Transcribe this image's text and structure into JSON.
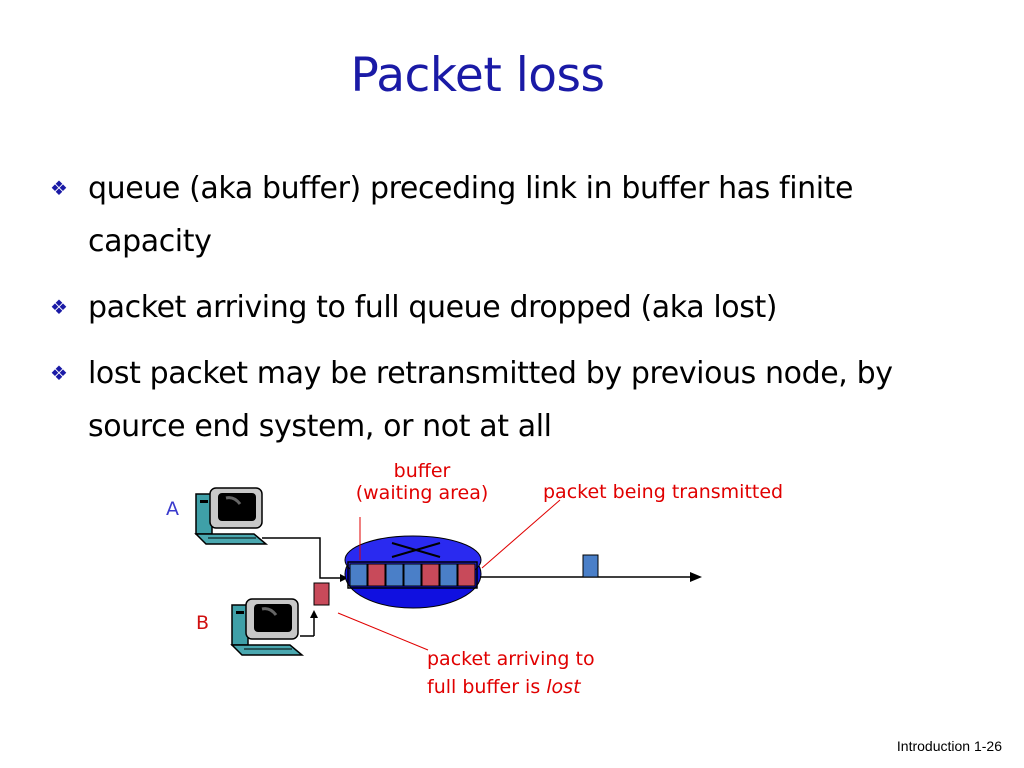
{
  "slide": {
    "title": "Packet loss",
    "bullets": [
      "queue (aka buffer) preceding link in buffer has finite capacity",
      "packet arriving to full queue dropped (aka lost)",
      "lost packet may be retransmitted by previous node, by source end system, or not at all"
    ],
    "bullet_icon": "diamond-bullet-icon",
    "footer": "Introduction 1-26"
  },
  "diagram": {
    "host_a_label": "A",
    "host_b_label": "B",
    "buffer_label_line1": "buffer",
    "buffer_label_line2": "(waiting area)",
    "transmitting_label": "packet being transmitted",
    "lost_label_line1": "packet arriving to",
    "lost_label_line2_prefix": "full buffer is ",
    "lost_label_line2_emph": "lost",
    "queue_packet_colors": [
      "#4a7fc8",
      "#c84a5a",
      "#4a7fc8",
      "#4a7fc8",
      "#c84a5a",
      "#4a7fc8",
      "#c84a5a"
    ]
  },
  "colors": {
    "title": "#1a1aa6",
    "annotation": "#e00000",
    "router_fill": "#2222ee",
    "packet_blue": "#4a7fc8",
    "packet_red": "#c84a5a"
  }
}
